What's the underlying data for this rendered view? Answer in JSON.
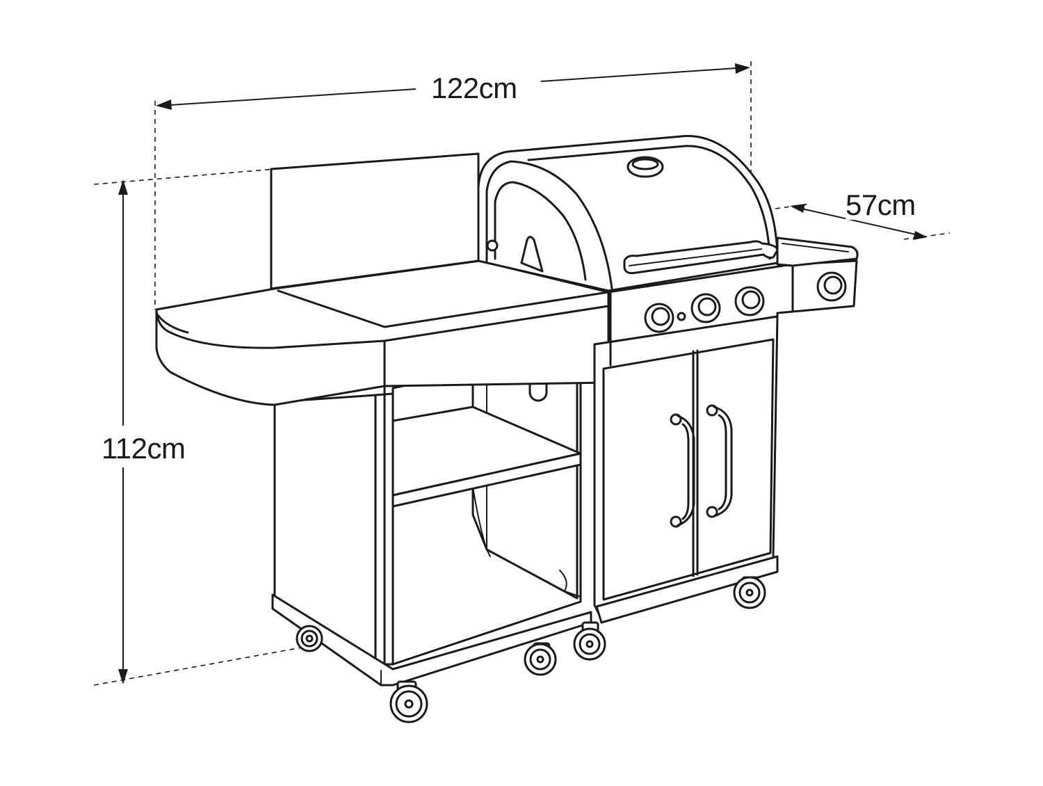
{
  "dimensions": {
    "width": "122cm",
    "height": "112cm",
    "depth": "57cm"
  },
  "colors": {
    "line": "#1a1a1a",
    "background": "#ffffff"
  }
}
